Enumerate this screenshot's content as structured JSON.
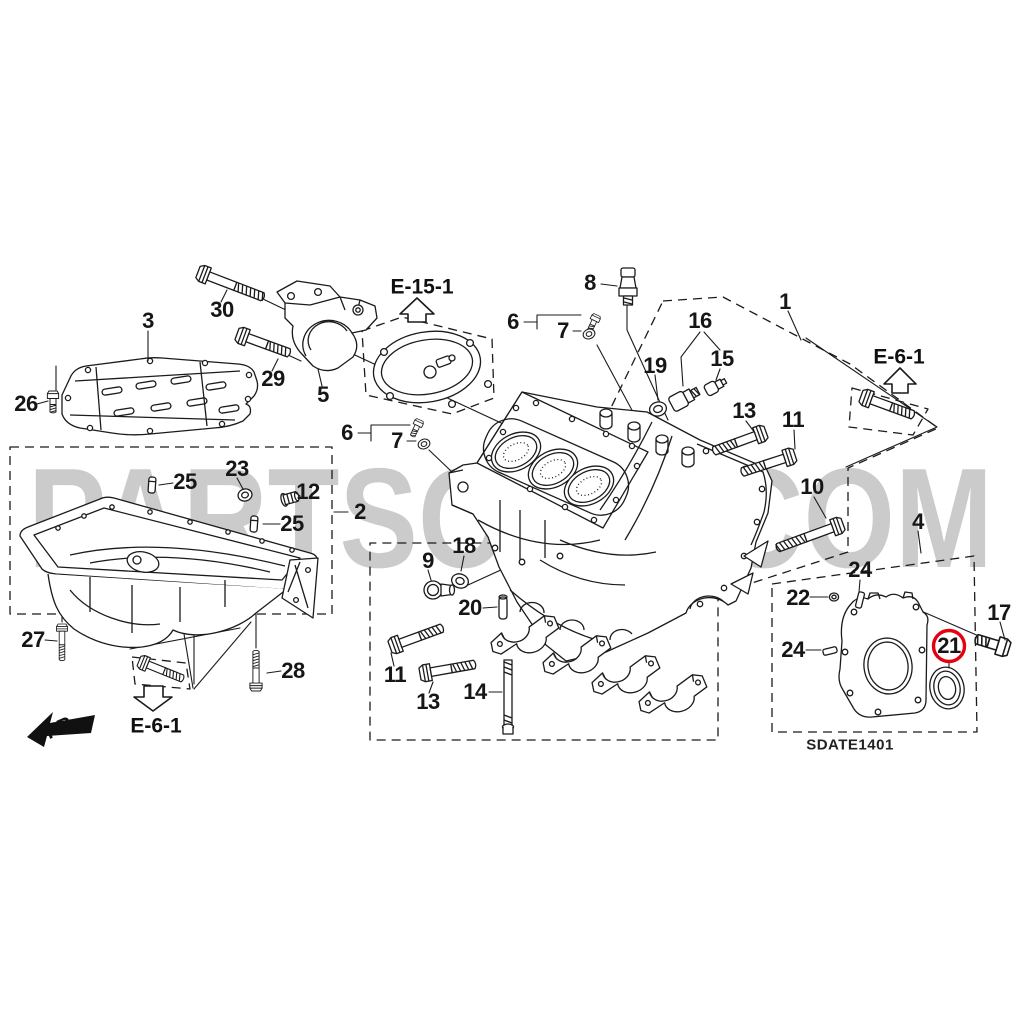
{
  "page": {
    "watermark": "PARTSOUQ.COM",
    "diagram_code": "SDATE1401",
    "front_marker": "FR.",
    "selected_callout": "21",
    "colors": {
      "highlight": "#e60012",
      "line": "#1b1b1b",
      "watermark": "#c7c7c7"
    },
    "references": [
      {
        "label": "E-15-1",
        "arrow": "up"
      },
      {
        "label": "E-6-1",
        "arrow": "up"
      },
      {
        "label": "E-6-1",
        "arrow": "down"
      }
    ],
    "callouts": [
      {
        "num": "1"
      },
      {
        "num": "2"
      },
      {
        "num": "3"
      },
      {
        "num": "4"
      },
      {
        "num": "5"
      },
      {
        "num": "6"
      },
      {
        "num": "7"
      },
      {
        "num": "6"
      },
      {
        "num": "7"
      },
      {
        "num": "8"
      },
      {
        "num": "9"
      },
      {
        "num": "10"
      },
      {
        "num": "11"
      },
      {
        "num": "11"
      },
      {
        "num": "12"
      },
      {
        "num": "13"
      },
      {
        "num": "13"
      },
      {
        "num": "14"
      },
      {
        "num": "15"
      },
      {
        "num": "16"
      },
      {
        "num": "17"
      },
      {
        "num": "18"
      },
      {
        "num": "19"
      },
      {
        "num": "20"
      },
      {
        "num": "21",
        "selected": true
      },
      {
        "num": "22"
      },
      {
        "num": "23"
      },
      {
        "num": "24"
      },
      {
        "num": "24"
      },
      {
        "num": "25"
      },
      {
        "num": "25"
      },
      {
        "num": "26"
      },
      {
        "num": "27"
      },
      {
        "num": "28"
      },
      {
        "num": "29"
      },
      {
        "num": "30"
      }
    ]
  }
}
